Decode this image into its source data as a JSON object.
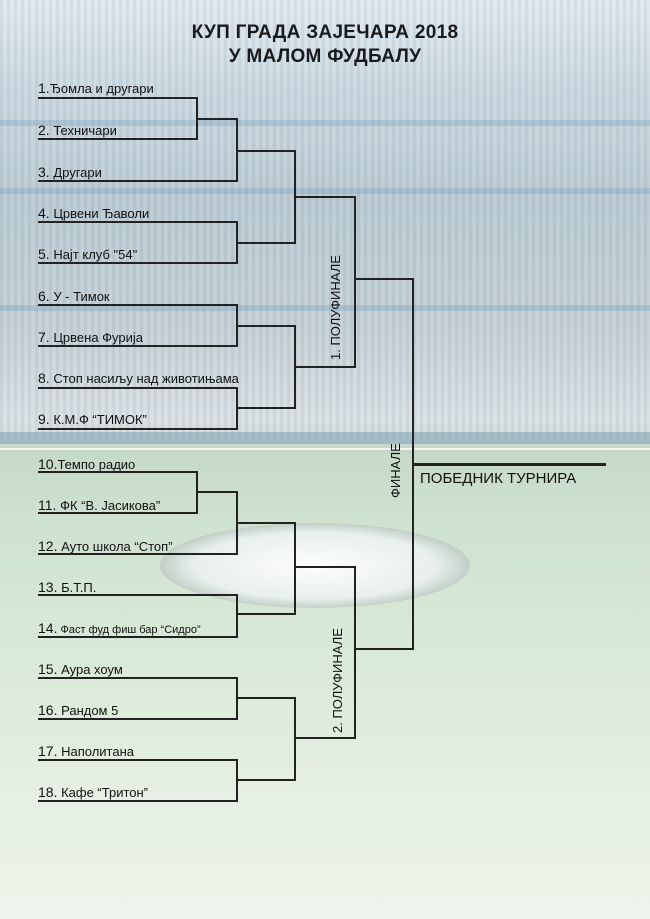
{
  "title": {
    "line1": "КУП ГРАДА ЗАЈЕЧАРА 2018",
    "line2": "У МАЛОМ ФУДБАЛУ"
  },
  "teams": [
    {
      "num": "1.",
      "name": "Ђомла и другари"
    },
    {
      "num": "2.",
      "name": "Техничари"
    },
    {
      "num": "3.",
      "name": "Другари"
    },
    {
      "num": "4.",
      "name": "Црвени Ђаволи"
    },
    {
      "num": "5.",
      "name": "Најт клуб \"54\""
    },
    {
      "num": "6.",
      "name": "У - Тимок"
    },
    {
      "num": "7.",
      "name": "Црвена Фурија"
    },
    {
      "num": "8.",
      "name": "Стоп насиљу над животињама"
    },
    {
      "num": "9.",
      "name": "К.М.Ф “ТИМОК”"
    },
    {
      "num": "10.",
      "name": "Темпо радио"
    },
    {
      "num": "11.",
      "name": "ФК “В. Јасикова”"
    },
    {
      "num": "12.",
      "name": "Ауто школа “Стоп”"
    },
    {
      "num": "13.",
      "name": "Б.Т.П."
    },
    {
      "num": "14.",
      "name": "Фаст фуд фиш бар “Сидро”"
    },
    {
      "num": "15.",
      "name": "Аура хоум"
    },
    {
      "num": "16.",
      "name": "Рандом 5"
    },
    {
      "num": "17.",
      "name": "Наполитана"
    },
    {
      "num": "18.",
      "name": "Кафе “Тритон”"
    }
  ],
  "labels": {
    "semifinal1": "1. ПОЛУФИНАЛЕ",
    "semifinal2": "2. ПОЛУФИНАЛЕ",
    "final": "ФИНАЛЕ",
    "winner": "ПОБЕДНИК ТУРНИРА"
  }
}
